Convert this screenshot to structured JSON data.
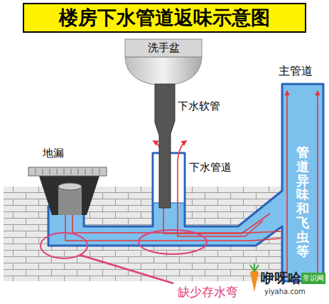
{
  "diagram": {
    "title": "楼房下水管道返味示意图",
    "nodes": [
      {
        "text": [
          "洗手盆"
        ]
      },
      {
        "text": [
          "管道异味和飞虫等"
        ]
      }
    ],
    "labels": [
      "地漏",
      "下水软管",
      "下水管道",
      "主管道",
      "缺少存水弯",
      "咿呀哈",
      "常识网",
      "yiyaha.com"
    ]
  }
}
